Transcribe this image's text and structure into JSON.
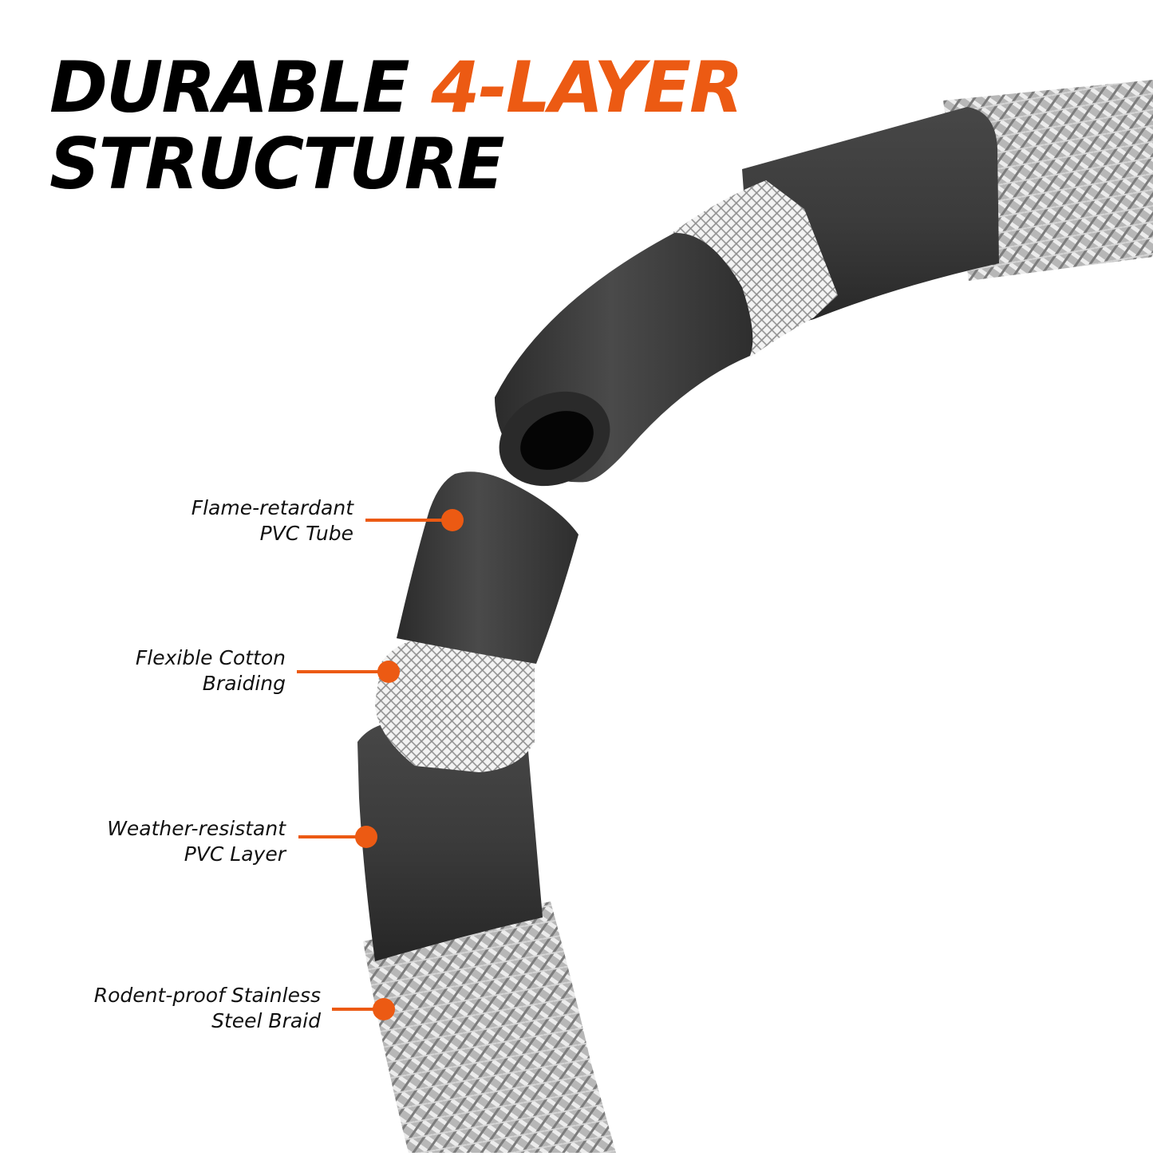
{
  "headline": {
    "line1_part1": "DURABLE",
    "line1_accent": "4-LAYER",
    "line2": "STRUCTURE"
  },
  "colors": {
    "accent": "#ec5a13",
    "text": "#000000",
    "pvc": "#3a3a3a",
    "steel_braid": "#b8b8b8",
    "cotton_braid": "#e2e2e2"
  },
  "layers": [
    {
      "line1": "Flame-retardant",
      "line2": "PVC Tube"
    },
    {
      "line1": "Flexible Cotton",
      "line2": "Braiding"
    },
    {
      "line1": "Weather-resistant",
      "line2": "PVC Layer"
    },
    {
      "line1": "Rodent-proof Stainless",
      "line2": "Steel Braid"
    }
  ]
}
